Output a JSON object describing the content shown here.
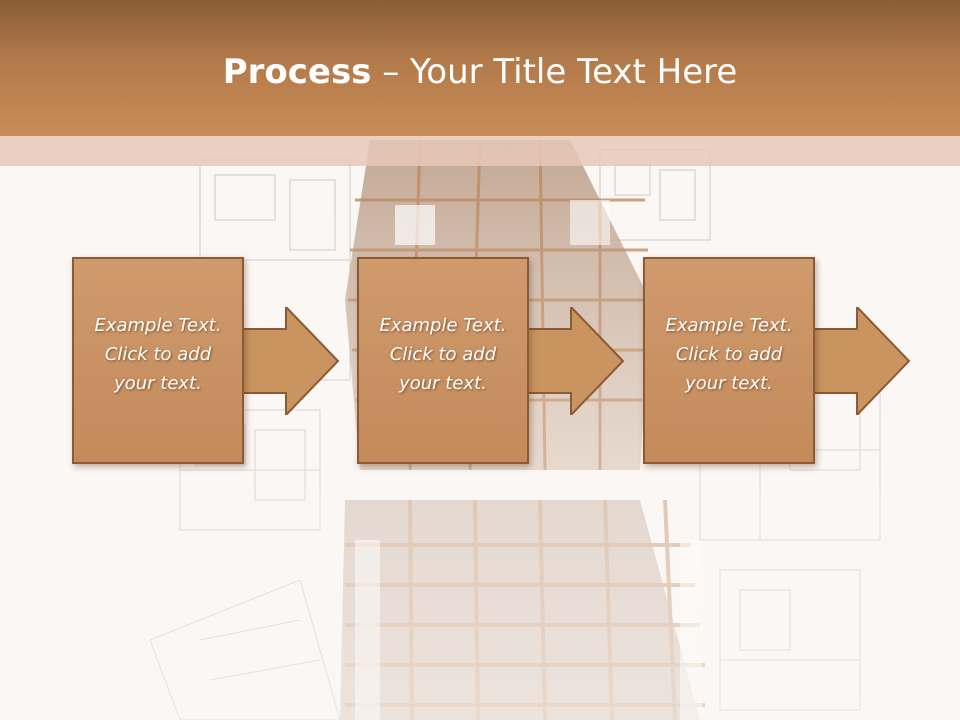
{
  "slide": {
    "title_bold": "Process",
    "title_rest": " – Your Title Text Here"
  },
  "steps": [
    {
      "line1": "Example Text.",
      "line2": "Click  to add",
      "line3": "your text."
    },
    {
      "line1": "Example Text.",
      "line2": "Click  to add",
      "line3": "your text."
    },
    {
      "line1": "Example Text.",
      "line2": "Click  to add",
      "line3": "your text."
    }
  ],
  "colors": {
    "header": "#b37a4a",
    "box_fill": "#c99460",
    "box_border": "#8c5a34",
    "background": "#fbf7f4"
  }
}
